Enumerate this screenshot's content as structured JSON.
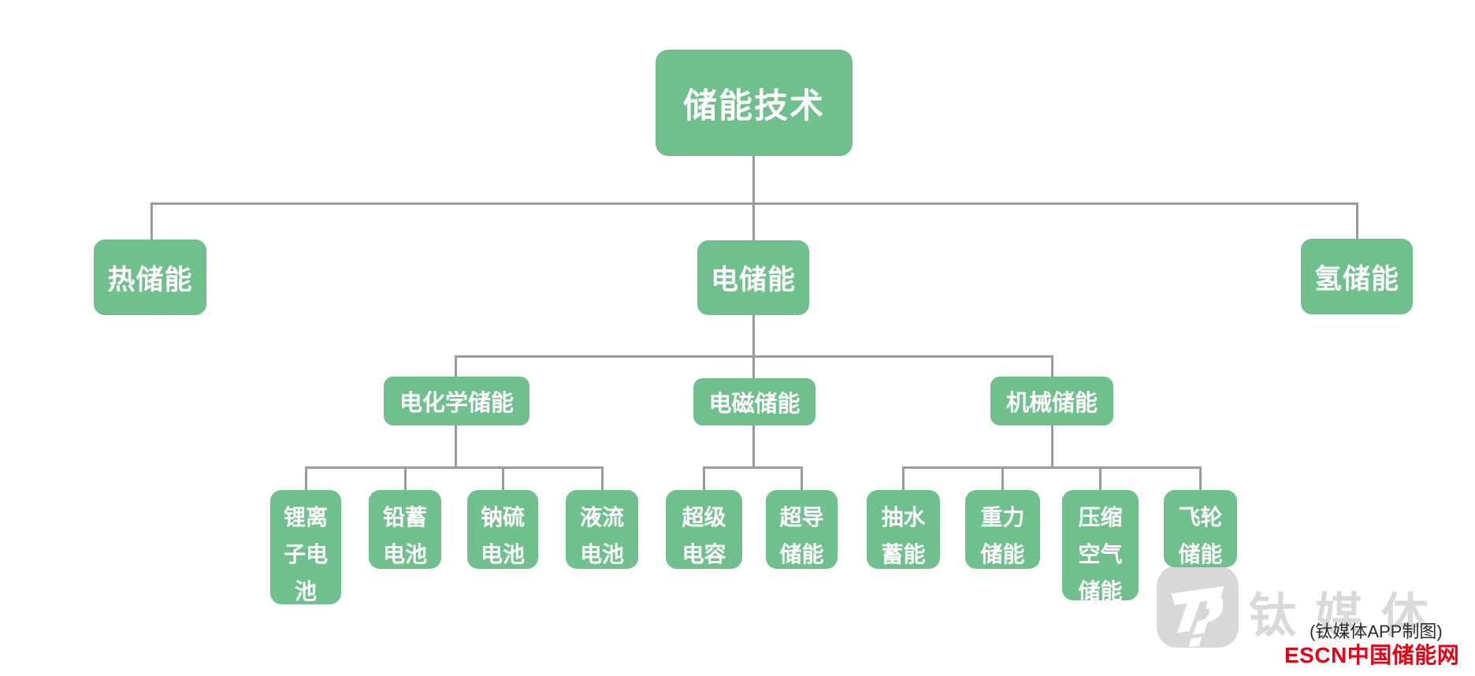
{
  "colors": {
    "node_green": "#6fc08c",
    "node_text": "#ffffff",
    "connector_gray": "#9b9b9b",
    "watermark_gray": "#d9d9d9",
    "credit_text_color": "#2b2b2b",
    "escn_red": "#e60012",
    "background": "#ffffff"
  },
  "tree": {
    "label": "储能技术",
    "children": [
      {
        "label": "热储能"
      },
      {
        "label": "电储能",
        "children": [
          {
            "label": "电化学储能",
            "children": [
              {
                "label": "锂离\n子电\n池"
              },
              {
                "label": "铅蓄\n电池"
              },
              {
                "label": "钠硫\n电池"
              },
              {
                "label": "液流\n电池"
              }
            ]
          },
          {
            "label": "电磁储能",
            "children": [
              {
                "label": "超级\n电容"
              },
              {
                "label": "超导\n储能"
              }
            ]
          },
          {
            "label": "机械储能",
            "children": [
              {
                "label": "抽水\n蓄能"
              },
              {
                "label": "重力\n储能"
              },
              {
                "label": "压缩\n空气\n储能"
              },
              {
                "label": "飞轮\n储能"
              }
            ]
          }
        ]
      },
      {
        "label": "氢储能"
      }
    ]
  },
  "watermark": {
    "brand": "钛媒体",
    "credit": "(钛媒体APP制图)",
    "escn": "ESCN中国储能网"
  }
}
